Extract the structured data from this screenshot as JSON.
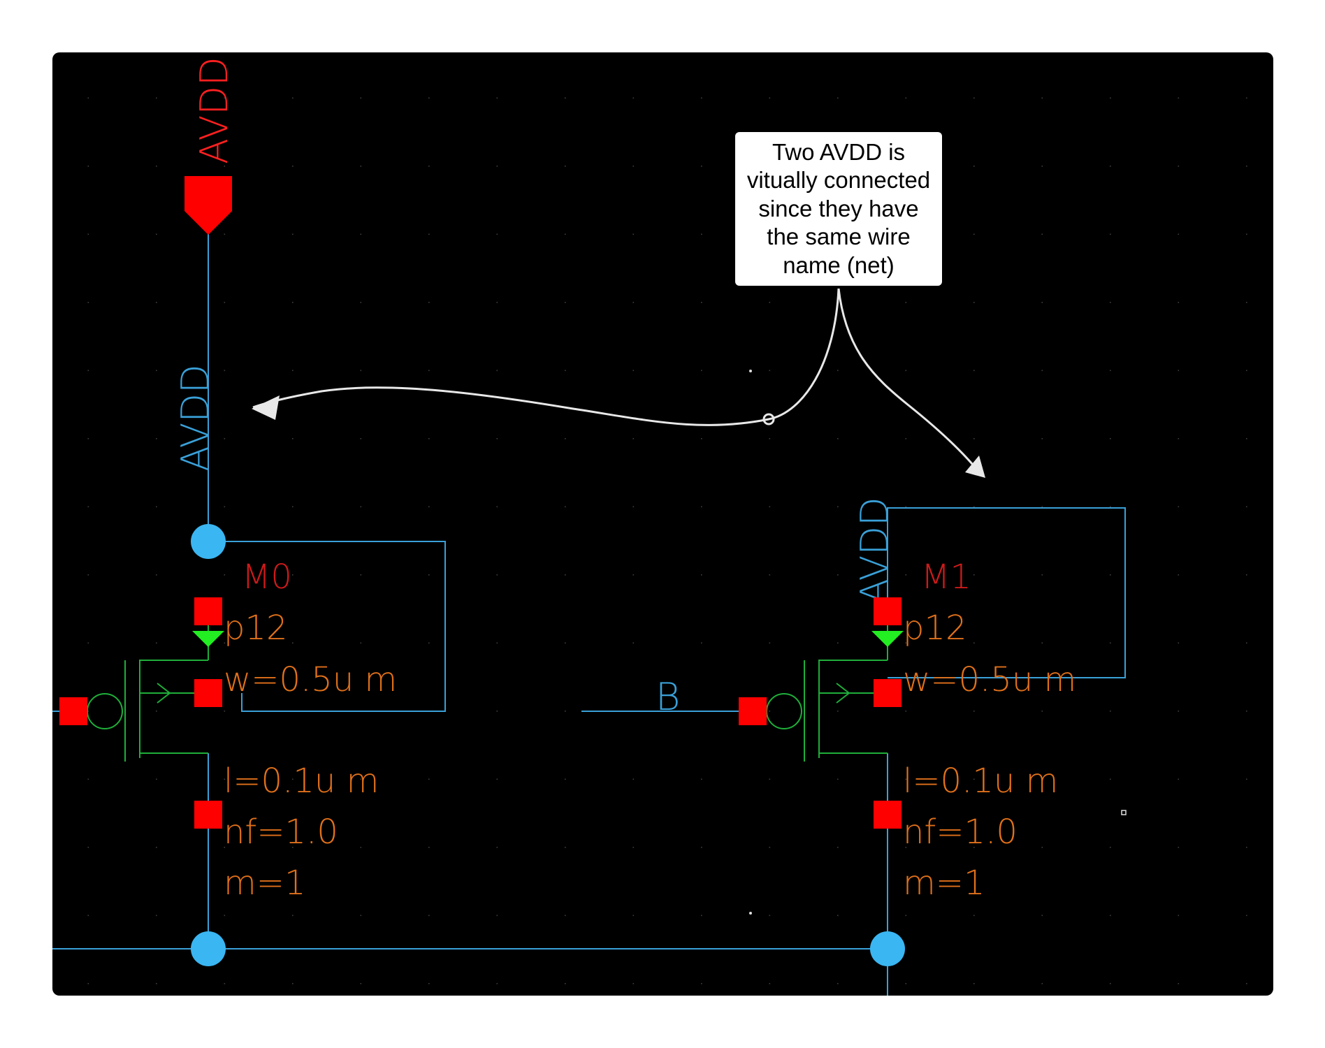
{
  "schematic": {
    "pin_label": "AVDD",
    "wire_label_left": "AVDD",
    "wire_label_right": "AVDD",
    "input_net_label": "B",
    "transistors": [
      {
        "name": "M0",
        "model": "p12",
        "w": "w=0.5u m",
        "l": "l=0.1u m",
        "nf": "nf=1.0",
        "m": "m=1"
      },
      {
        "name": "M1",
        "model": "p12",
        "w": "w=0.5u m",
        "l": "l=0.1u m",
        "nf": "nf=1.0",
        "m": "m=1"
      }
    ]
  },
  "callout": {
    "lines": [
      "Two AVDD is",
      "vitually connected",
      "since they have",
      "the same wire",
      "name (net)"
    ]
  },
  "colors": {
    "background": "#000000",
    "wire": "#3aa0d8",
    "pin": "#ff0000",
    "device_name": "#cc1a1a",
    "device_param": "#e0701a",
    "transistor": "#1fae3a",
    "bulk_arrow": "#22ee22",
    "dot": "#3ab6f2",
    "arrow": "#e8e8e8"
  }
}
